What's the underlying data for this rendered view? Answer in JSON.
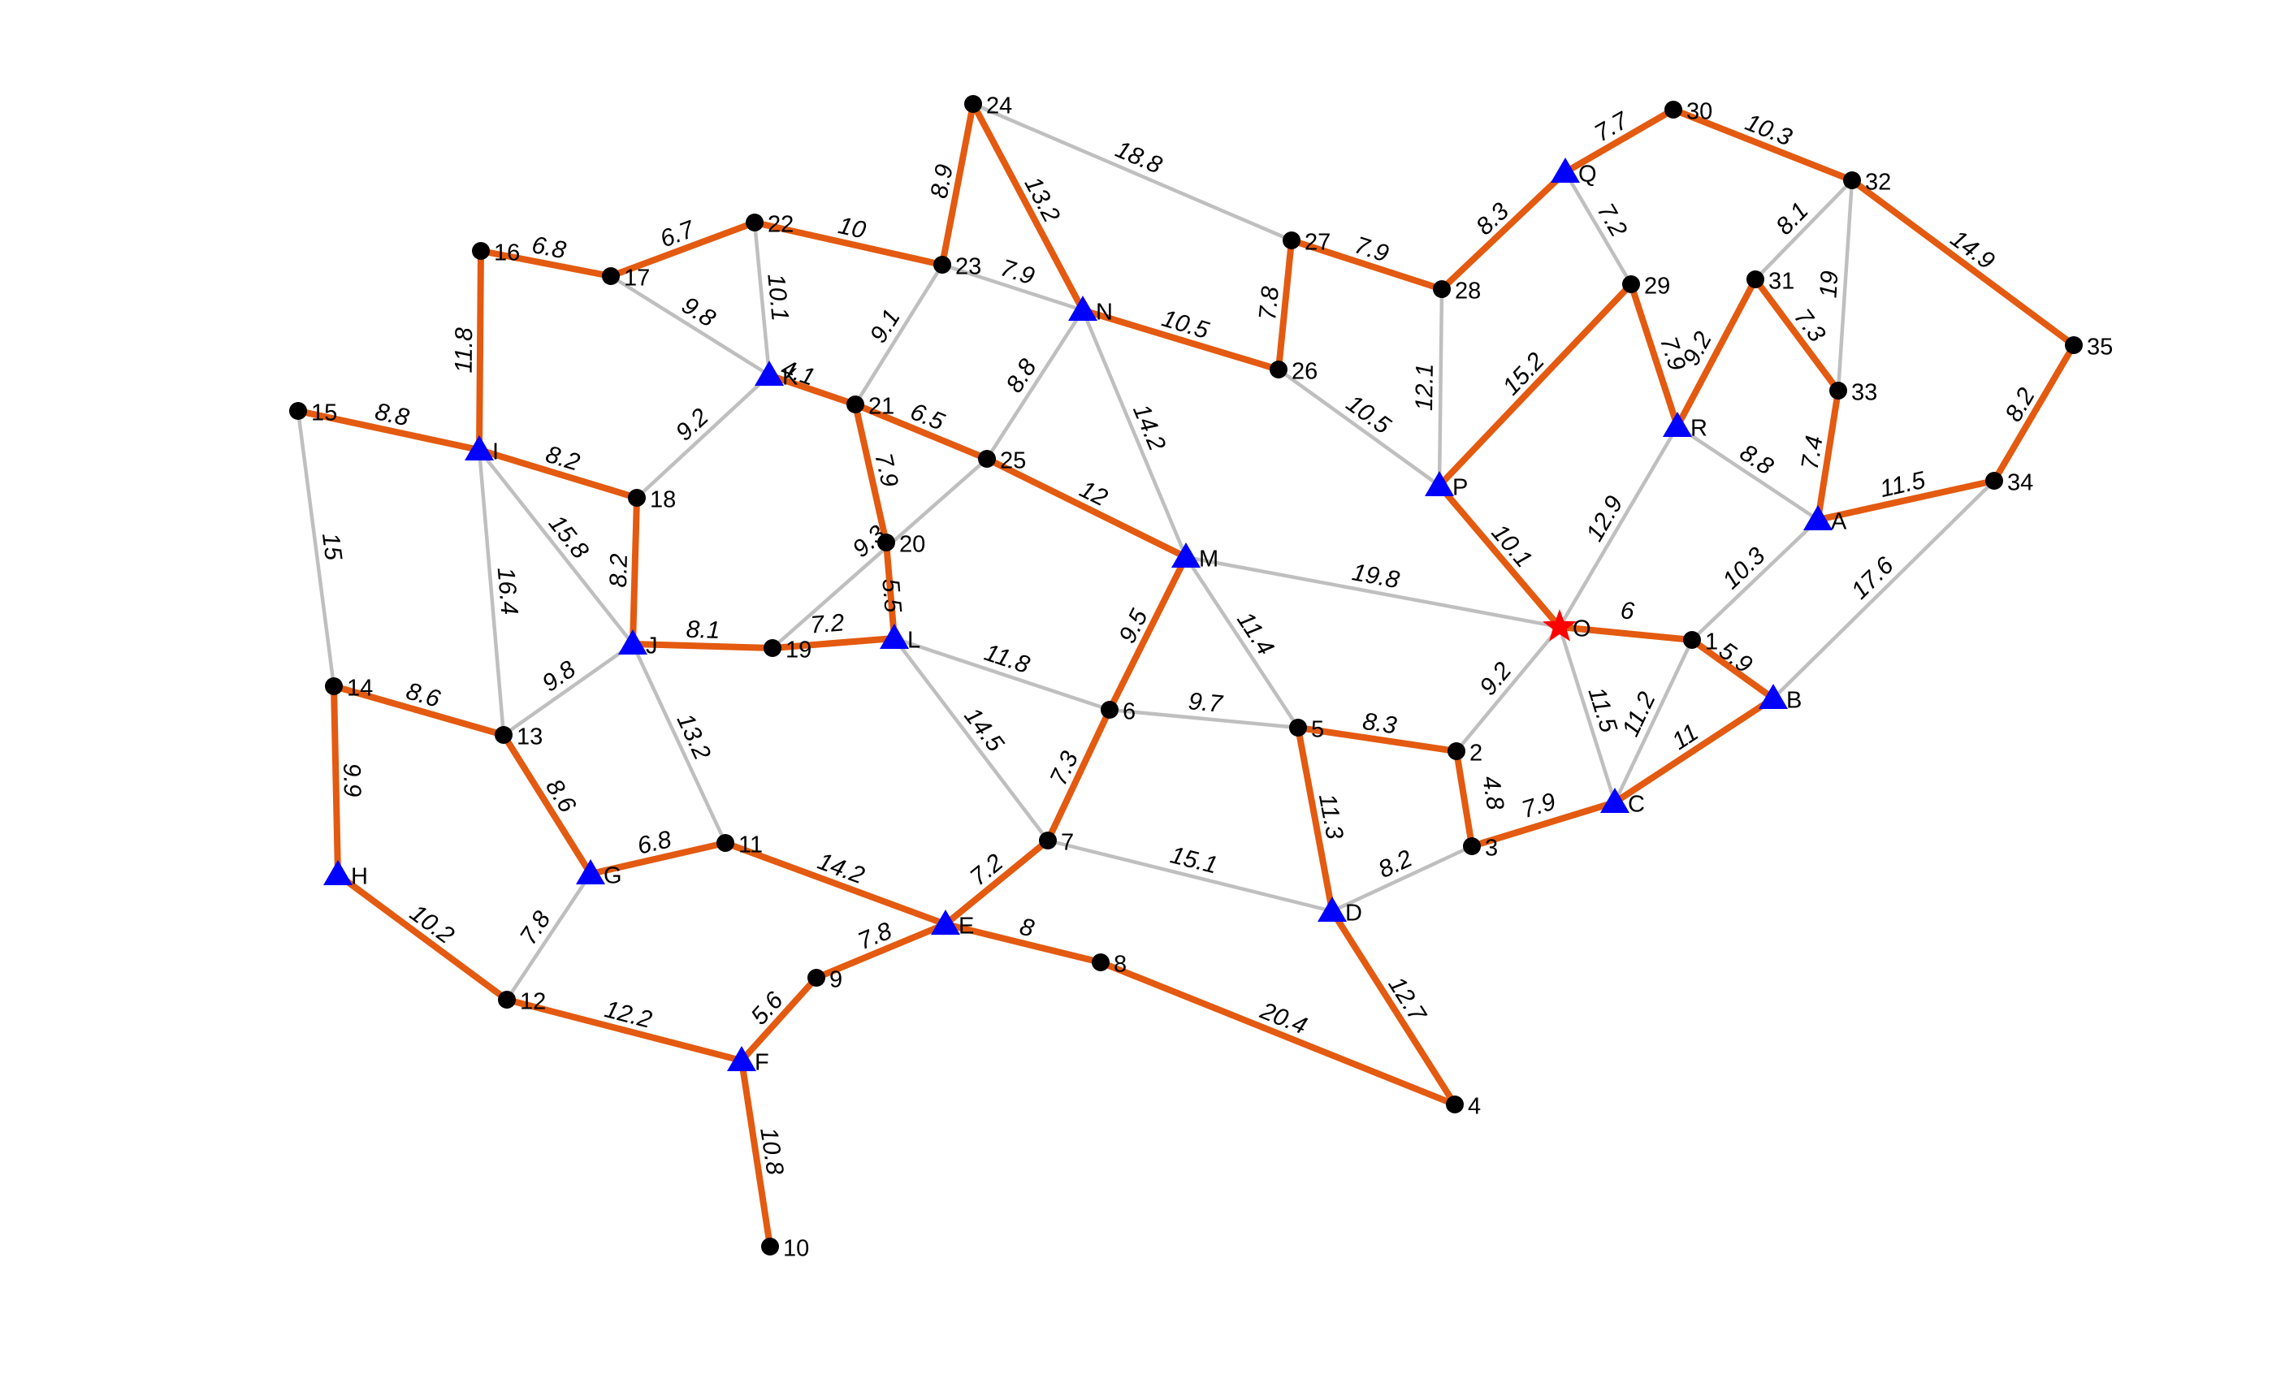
{
  "colors": {
    "highlight_edge": "#e35a10",
    "normal_edge": "#bfbfbf",
    "junction": "#000000",
    "station": "#0000ff",
    "origin": "#ff0000",
    "background": "#ffffff"
  },
  "node_kinds": {
    "junction": "filled-circle",
    "station": "triangle",
    "origin": "star"
  },
  "graph": {
    "nodes": [
      {
        "id": "2",
        "kind": "junction"
      },
      {
        "id": "3",
        "kind": "junction"
      },
      {
        "id": "4",
        "kind": "junction"
      },
      {
        "id": "5",
        "kind": "junction"
      },
      {
        "id": "6",
        "kind": "junction"
      },
      {
        "id": "7",
        "kind": "junction"
      },
      {
        "id": "8",
        "kind": "junction"
      },
      {
        "id": "9",
        "kind": "junction"
      },
      {
        "id": "10",
        "kind": "junction"
      },
      {
        "id": "11",
        "kind": "junction"
      },
      {
        "id": "12",
        "kind": "junction"
      },
      {
        "id": "13",
        "kind": "junction"
      },
      {
        "id": "14",
        "kind": "junction"
      },
      {
        "id": "15",
        "kind": "junction"
      },
      {
        "id": "16",
        "kind": "junction"
      },
      {
        "id": "17",
        "kind": "junction"
      },
      {
        "id": "18",
        "kind": "junction"
      },
      {
        "id": "19",
        "kind": "junction"
      },
      {
        "id": "20",
        "kind": "junction"
      },
      {
        "id": "21",
        "kind": "junction"
      },
      {
        "id": "22",
        "kind": "junction"
      },
      {
        "id": "23",
        "kind": "junction"
      },
      {
        "id": "24",
        "kind": "junction"
      },
      {
        "id": "25",
        "kind": "junction"
      },
      {
        "id": "26",
        "kind": "junction"
      },
      {
        "id": "27",
        "kind": "junction"
      },
      {
        "id": "28",
        "kind": "junction"
      },
      {
        "id": "29",
        "kind": "junction"
      },
      {
        "id": "30",
        "kind": "junction"
      },
      {
        "id": "31",
        "kind": "junction"
      },
      {
        "id": "32",
        "kind": "junction"
      },
      {
        "id": "33",
        "kind": "junction"
      },
      {
        "id": "34",
        "kind": "junction"
      },
      {
        "id": "35",
        "kind": "junction"
      },
      {
        "id": "1",
        "kind": "junction"
      },
      {
        "id": "A",
        "kind": "station"
      },
      {
        "id": "B",
        "kind": "station"
      },
      {
        "id": "C",
        "kind": "station"
      },
      {
        "id": "D",
        "kind": "station"
      },
      {
        "id": "E",
        "kind": "station"
      },
      {
        "id": "F",
        "kind": "station"
      },
      {
        "id": "G",
        "kind": "station"
      },
      {
        "id": "H",
        "kind": "station"
      },
      {
        "id": "I",
        "kind": "station"
      },
      {
        "id": "J",
        "kind": "station"
      },
      {
        "id": "K",
        "kind": "station"
      },
      {
        "id": "L",
        "kind": "station"
      },
      {
        "id": "M",
        "kind": "station"
      },
      {
        "id": "N",
        "kind": "station"
      },
      {
        "id": "P",
        "kind": "station"
      },
      {
        "id": "Q",
        "kind": "station"
      },
      {
        "id": "R",
        "kind": "station"
      },
      {
        "id": "O",
        "kind": "origin"
      }
    ],
    "edges": [
      {
        "from": "24",
        "to": "23",
        "weight": "8.9",
        "highlight": true
      },
      {
        "from": "24",
        "to": "N",
        "weight": "13.2",
        "highlight": true
      },
      {
        "from": "24",
        "to": "27",
        "weight": "18.8",
        "highlight": false
      },
      {
        "from": "16",
        "to": "17",
        "weight": "6.8",
        "highlight": true
      },
      {
        "from": "17",
        "to": "22",
        "weight": "6.7",
        "highlight": true
      },
      {
        "from": "22",
        "to": "23",
        "weight": "10",
        "highlight": true
      },
      {
        "from": "23",
        "to": "N",
        "weight": "7.9",
        "highlight": false
      },
      {
        "from": "N",
        "to": "26",
        "weight": "10.5",
        "highlight": true
      },
      {
        "from": "27",
        "to": "26",
        "weight": "7.8",
        "highlight": true
      },
      {
        "from": "27",
        "to": "28",
        "weight": "7.9",
        "highlight": true
      },
      {
        "from": "28",
        "to": "Q",
        "weight": "8.3",
        "highlight": true
      },
      {
        "from": "Q",
        "to": "30",
        "weight": "7.7",
        "highlight": true
      },
      {
        "from": "30",
        "to": "32",
        "weight": "10.3",
        "highlight": true
      },
      {
        "from": "32",
        "to": "35",
        "weight": "14.9",
        "highlight": true
      },
      {
        "from": "32",
        "to": "31",
        "weight": "8.1",
        "highlight": false
      },
      {
        "from": "32",
        "to": "33",
        "weight": "19",
        "highlight": false
      },
      {
        "from": "Q",
        "to": "29",
        "weight": "7.2",
        "highlight": false
      },
      {
        "from": "29",
        "to": "R",
        "weight": "7.9",
        "highlight": true
      },
      {
        "from": "31",
        "to": "R",
        "weight": "9.2",
        "highlight": true
      },
      {
        "from": "31",
        "to": "33",
        "weight": "7.3",
        "highlight": true
      },
      {
        "from": "33",
        "to": "A",
        "weight": "7.4",
        "highlight": true
      },
      {
        "from": "R",
        "to": "A",
        "weight": "8.8",
        "highlight": false
      },
      {
        "from": "A",
        "to": "34",
        "weight": "11.5",
        "highlight": true
      },
      {
        "from": "35",
        "to": "34",
        "weight": "8.2",
        "highlight": true
      },
      {
        "from": "34",
        "to": "B",
        "weight": "17.6",
        "highlight": false
      },
      {
        "from": "A",
        "to": "1",
        "weight": "10.3",
        "highlight": false
      },
      {
        "from": "29",
        "to": "P",
        "weight": "15.2",
        "highlight": true
      },
      {
        "from": "28",
        "to": "P",
        "weight": "12.1",
        "highlight": false
      },
      {
        "from": "26",
        "to": "P",
        "weight": "10.5",
        "highlight": false
      },
      {
        "from": "P",
        "to": "O",
        "weight": "10.1",
        "highlight": true
      },
      {
        "from": "R",
        "to": "O",
        "weight": "12.9",
        "highlight": false
      },
      {
        "from": "O",
        "to": "1",
        "weight": "6",
        "highlight": true
      },
      {
        "from": "1",
        "to": "B",
        "weight": "5.9",
        "highlight": true
      },
      {
        "from": "O",
        "to": "C",
        "weight": "11.5",
        "highlight": false
      },
      {
        "from": "1",
        "to": "C",
        "weight": "11.2",
        "highlight": false
      },
      {
        "from": "B",
        "to": "C",
        "weight": "11",
        "highlight": true
      },
      {
        "from": "C",
        "to": "3",
        "weight": "7.9",
        "highlight": true
      },
      {
        "from": "O",
        "to": "2",
        "weight": "9.2",
        "highlight": false
      },
      {
        "from": "2",
        "to": "3",
        "weight": "4.8",
        "highlight": true
      },
      {
        "from": "5",
        "to": "2",
        "weight": "8.3",
        "highlight": true
      },
      {
        "from": "3",
        "to": "D",
        "weight": "8.2",
        "highlight": false
      },
      {
        "from": "M",
        "to": "O",
        "weight": "19.8",
        "highlight": false
      },
      {
        "from": "N",
        "to": "M",
        "weight": "14.2",
        "highlight": false
      },
      {
        "from": "M",
        "to": "5",
        "weight": "11.4",
        "highlight": false
      },
      {
        "from": "M",
        "to": "6",
        "weight": "9.5",
        "highlight": true
      },
      {
        "from": "25",
        "to": "M",
        "weight": "12",
        "highlight": true
      },
      {
        "from": "6",
        "to": "5",
        "weight": "9.7",
        "highlight": false
      },
      {
        "from": "5",
        "to": "D",
        "weight": "11.3",
        "highlight": true
      },
      {
        "from": "D",
        "to": "4",
        "weight": "12.7",
        "highlight": true
      },
      {
        "from": "7",
        "to": "D",
        "weight": "15.1",
        "highlight": false
      },
      {
        "from": "6",
        "to": "7",
        "weight": "7.3",
        "highlight": true
      },
      {
        "from": "L",
        "to": "6",
        "weight": "11.8",
        "highlight": false
      },
      {
        "from": "L",
        "to": "7",
        "weight": "14.5",
        "highlight": false
      },
      {
        "from": "7",
        "to": "E",
        "weight": "7.2",
        "highlight": true
      },
      {
        "from": "E",
        "to": "8",
        "weight": "8",
        "highlight": true
      },
      {
        "from": "8",
        "to": "4",
        "weight": "20.4",
        "highlight": true
      },
      {
        "from": "9",
        "to": "E",
        "weight": "7.8",
        "highlight": true
      },
      {
        "from": "F",
        "to": "9",
        "weight": "5.6",
        "highlight": true
      },
      {
        "from": "F",
        "to": "10",
        "weight": "10.8",
        "highlight": true
      },
      {
        "from": "12",
        "to": "F",
        "weight": "12.2",
        "highlight": true
      },
      {
        "from": "11",
        "to": "E",
        "weight": "14.2",
        "highlight": true
      },
      {
        "from": "G",
        "to": "11",
        "weight": "6.8",
        "highlight": true
      },
      {
        "from": "G",
        "to": "12",
        "weight": "7.8",
        "highlight": false
      },
      {
        "from": "H",
        "to": "12",
        "weight": "10.2",
        "highlight": true
      },
      {
        "from": "14",
        "to": "H",
        "weight": "9.9",
        "highlight": true
      },
      {
        "from": "14",
        "to": "13",
        "weight": "8.6",
        "highlight": true
      },
      {
        "from": "13",
        "to": "G",
        "weight": "8.6",
        "highlight": true
      },
      {
        "from": "15",
        "to": "14",
        "weight": "15",
        "highlight": false
      },
      {
        "from": "15",
        "to": "I",
        "weight": "8.8",
        "highlight": true
      },
      {
        "from": "16",
        "to": "I",
        "weight": "11.8",
        "highlight": true
      },
      {
        "from": "I",
        "to": "13",
        "weight": "16.4",
        "highlight": false
      },
      {
        "from": "I",
        "to": "J",
        "weight": "15.8",
        "highlight": false
      },
      {
        "from": "I",
        "to": "18",
        "weight": "8.2",
        "highlight": true
      },
      {
        "from": "18",
        "to": "J",
        "weight": "8.2",
        "highlight": true
      },
      {
        "from": "J",
        "to": "13",
        "weight": "9.8",
        "highlight": false
      },
      {
        "from": "J",
        "to": "11",
        "weight": "13.2",
        "highlight": false
      },
      {
        "from": "J",
        "to": "19",
        "weight": "8.1",
        "highlight": true
      },
      {
        "from": "19",
        "to": "L",
        "weight": "7.2",
        "highlight": true
      },
      {
        "from": "20",
        "to": "L",
        "weight": "5.5",
        "highlight": true
      },
      {
        "from": "19",
        "to": "25",
        "weight": "9.3",
        "highlight": false
      },
      {
        "from": "21",
        "to": "20",
        "weight": "7.9",
        "highlight": true
      },
      {
        "from": "21",
        "to": "25",
        "weight": "6.5",
        "highlight": true
      },
      {
        "from": "K",
        "to": "21",
        "weight": "4.1",
        "highlight": true
      },
      {
        "from": "17",
        "to": "K",
        "weight": "9.8",
        "highlight": false
      },
      {
        "from": "22",
        "to": "K",
        "weight": "10.1",
        "highlight": false
      },
      {
        "from": "K",
        "to": "18",
        "weight": "9.2",
        "highlight": false
      },
      {
        "from": "23",
        "to": "21",
        "weight": "9.1",
        "highlight": false
      },
      {
        "from": "N",
        "to": "25",
        "weight": "8.8",
        "highlight": false
      }
    ]
  }
}
